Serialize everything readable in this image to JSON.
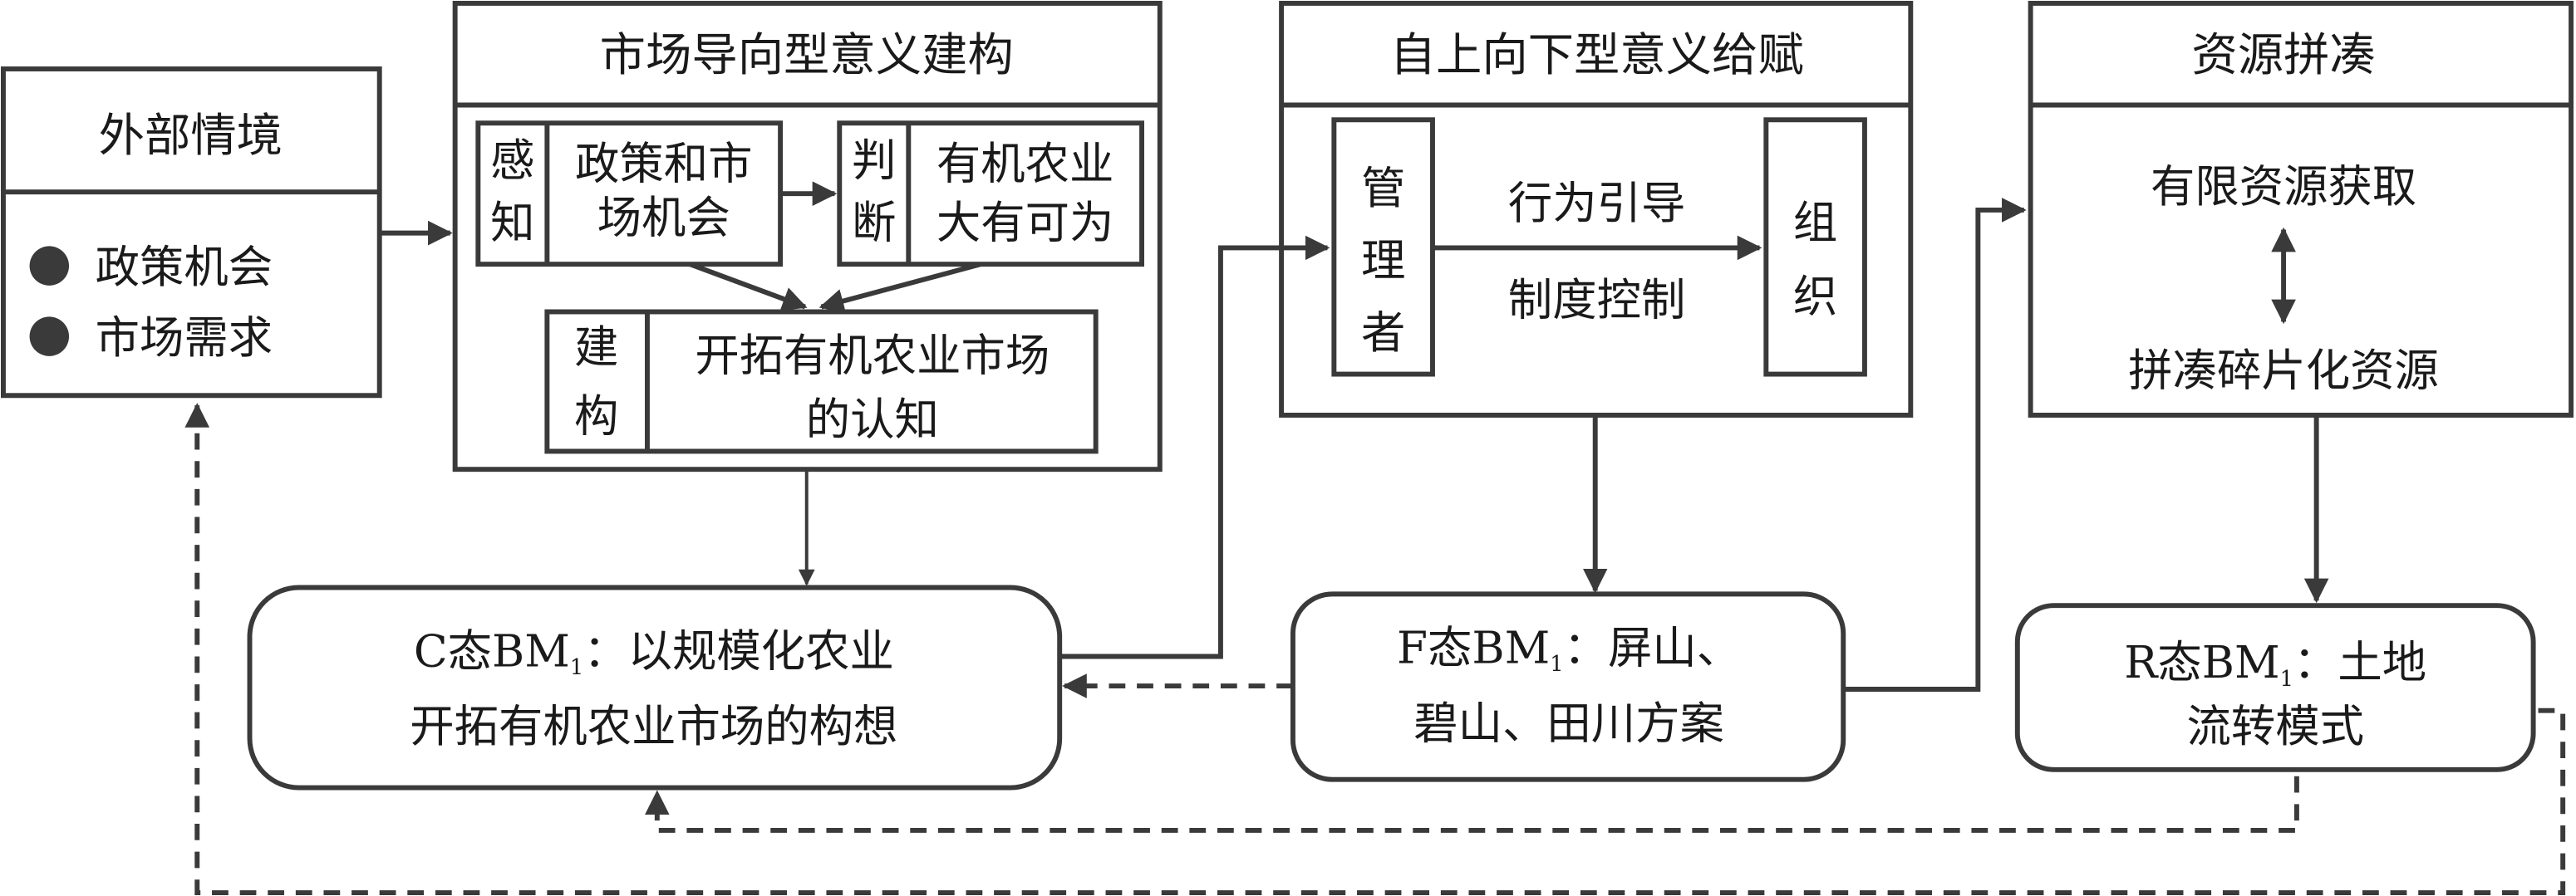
{
  "external": {
    "title": "外部情境",
    "items": [
      "政策机会",
      "市场需求"
    ]
  },
  "market": {
    "title": "市场导向型意义建构",
    "perceive_label": [
      "感",
      "知"
    ],
    "perceive_text": [
      "政策和市",
      "场机会"
    ],
    "judge_label": [
      "判",
      "断"
    ],
    "judge_text": [
      "有机农业",
      "大有可为"
    ],
    "construct_label": [
      "建",
      "构"
    ],
    "construct_text": [
      "开拓有机农业市场",
      "的认知"
    ]
  },
  "topdown": {
    "title": "自上向下型意义给赋",
    "manager": [
      "管",
      "理",
      "者"
    ],
    "action_top": "行为引导",
    "action_bottom": "制度控制",
    "org": [
      "组",
      "织"
    ]
  },
  "resource": {
    "title": "资源拼凑",
    "top": "有限资源获取",
    "bottom": "拼凑碎片化资源"
  },
  "states": {
    "c": {
      "prefix": "C态BM",
      "sub": "1",
      "line1_rest": "：以规模化农业",
      "line2": "开拓有机农业市场的构想"
    },
    "f": {
      "prefix": "F态BM",
      "sub": "1",
      "line1_rest": "：屏山、",
      "line2": "碧山、田川方案"
    },
    "r": {
      "prefix": "R态BM",
      "sub": "1",
      "line1_rest": "：土地",
      "line2": "流转模式"
    }
  }
}
